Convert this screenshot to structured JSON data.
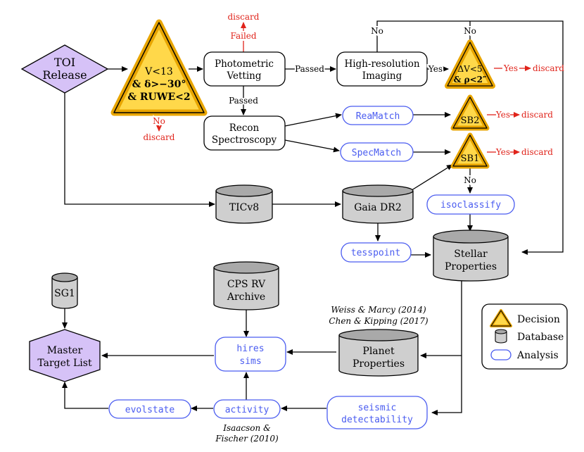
{
  "colors": {
    "decision_fill": "#ffd84a",
    "decision_stroke": "#e8a500",
    "database_fill": "#cfcfcf",
    "analysis_stroke": "#4a5cf0",
    "analysis_text": "#4a5cf0",
    "red": "#e0241b",
    "diamond_fill": "#d6c2f7",
    "hexagon_fill": "#d6c2f7",
    "line": "#000000"
  },
  "nodes": {
    "toi_release": [
      "TOI",
      "Release"
    ],
    "cut_triangle": [
      "V<13",
      "& δ>−30°",
      "& RUWE<2"
    ],
    "photometric_vetting": [
      "Photometric",
      "Vetting"
    ],
    "high_res_imaging": [
      "High-resolution",
      "Imaging"
    ],
    "delta_v_triangle": [
      "ΔV<5",
      "& ρ<2″"
    ],
    "recon_spectroscopy": [
      "Recon",
      "Spectroscopy"
    ],
    "reamatch": "ReaMatch",
    "specmatch": "SpecMatch",
    "sb2": "SB2",
    "sb1": "SB1",
    "ticv8": "TICv8",
    "gaia_dr2": "Gaia DR2",
    "isoclassify": "isoclassify",
    "tesspoint": "tesspoint",
    "stellar_properties": [
      "Stellar",
      "Properties"
    ],
    "sg1": "SG1",
    "cps_rv_archive": [
      "CPS RV",
      "Archive"
    ],
    "master_target_list": [
      "Master",
      "Target List"
    ],
    "hires_sims": [
      "hires",
      "sims"
    ],
    "planet_properties": [
      "Planet",
      "Properties"
    ],
    "evolstate": "evolstate",
    "activity": "activity",
    "seismic_detectability": [
      "seismic",
      "detectability"
    ]
  },
  "edge_labels": {
    "discard_top": "discard",
    "failed": "Failed",
    "passed_right": "Passed",
    "passed_down": "Passed",
    "yes_imaging": "Yes",
    "no_left": "No",
    "no_right": "No",
    "no_cut": "No",
    "discard_cut": "discard",
    "yes_discard_dv": "Yes",
    "discard_dv": "discard",
    "yes_discard_sb2": "Yes",
    "discard_sb2": "discard",
    "yes_discard_sb1": "Yes",
    "discard_sb1": "discard",
    "no_sb1": "No"
  },
  "annotations": {
    "planet_refs": [
      "Weiss & Marcy (2014)",
      "Chen & Kipping (2017)"
    ],
    "activity_ref": [
      "Isaacson &",
      "Fischer (2010)"
    ]
  },
  "legend": {
    "decision": "Decision",
    "database": "Database",
    "analysis": "Analysis"
  }
}
